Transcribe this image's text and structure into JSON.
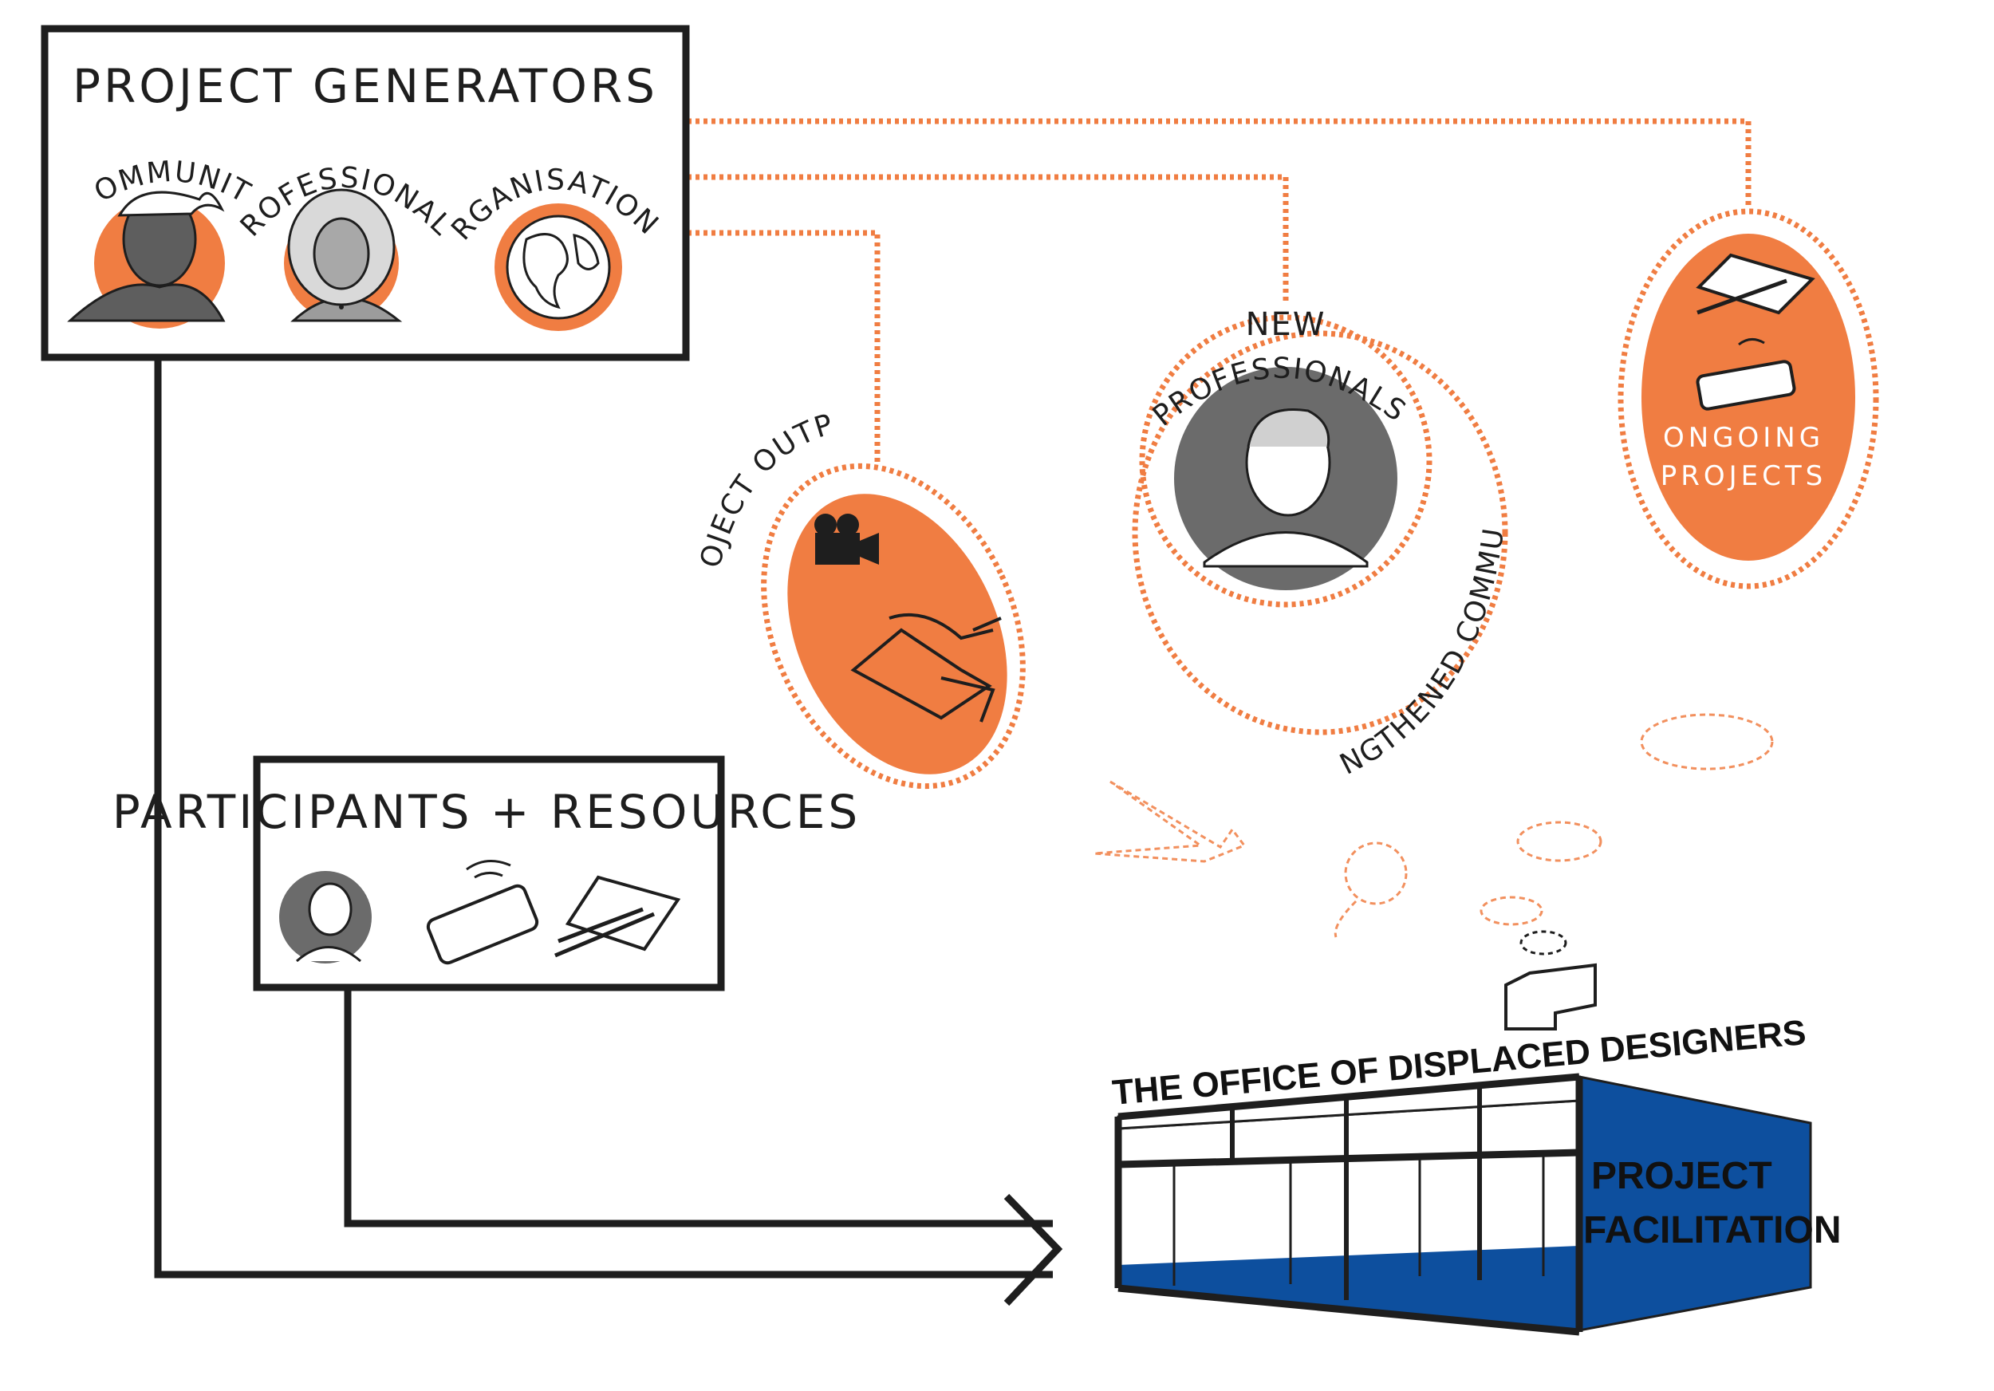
{
  "colors": {
    "orange": "#f07d42",
    "ink": "#1e1e1e",
    "grey": "#6b6b6b",
    "blue": "#0d4f9e"
  },
  "generators": {
    "title": "PROJECT GENERATORS",
    "community": "COMMUNITY",
    "professionals": "PROFESSIONALS",
    "organisations": "ORGANISATIONS"
  },
  "participants": {
    "title": "PARTICIPANTS + RESOURCES"
  },
  "outputs": {
    "label": "PROJECT OUTPUTS"
  },
  "new_professionals": {
    "line1": "NEW",
    "line2": "PROFESSIONALS"
  },
  "strengthened": {
    "label": "STRENGTHENED COMMUNITY"
  },
  "ongoing": {
    "line1": "ONGOING",
    "line2": "PROJECTS"
  },
  "building": {
    "sign": "THE OFFICE OF DISPLACED DESIGNERS",
    "side1": "PROJECT",
    "side2": "FACILITATION"
  },
  "icons": [
    "person-icon",
    "globe-icon",
    "film-camera-icon",
    "hands-crafting-icon",
    "phone-icon",
    "drawing-paper-icon"
  ]
}
